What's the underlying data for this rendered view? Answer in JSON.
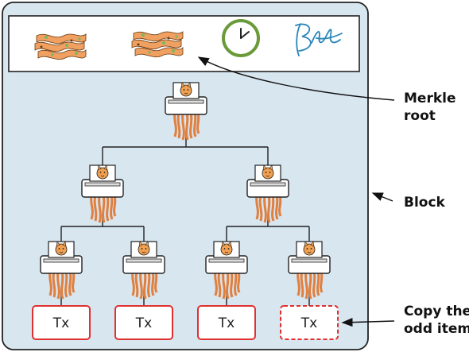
{
  "labels": {
    "merkle_root": [
      "Merkle",
      "root"
    ],
    "block": "Block",
    "copy_odd": [
      "Copy the",
      "odd item."
    ]
  },
  "transactions": [
    {
      "label": "Tx",
      "copied": false
    },
    {
      "label": "Tx",
      "copied": false
    },
    {
      "label": "Tx",
      "copied": false
    },
    {
      "label": "Tx",
      "copied": true
    }
  ],
  "colors": {
    "block_fill": "#d8e6f0",
    "block_stroke": "#222222",
    "tx_stroke": "#e03030",
    "clock_green": "#6a9a3a",
    "signature_blue": "#2a86b8",
    "strip_orange": "#f0a060",
    "strip_green": "#7ab860"
  },
  "icons": [
    "shredded-paper-icon",
    "clock-icon",
    "signature-icon",
    "shredder-cat-icon"
  ]
}
